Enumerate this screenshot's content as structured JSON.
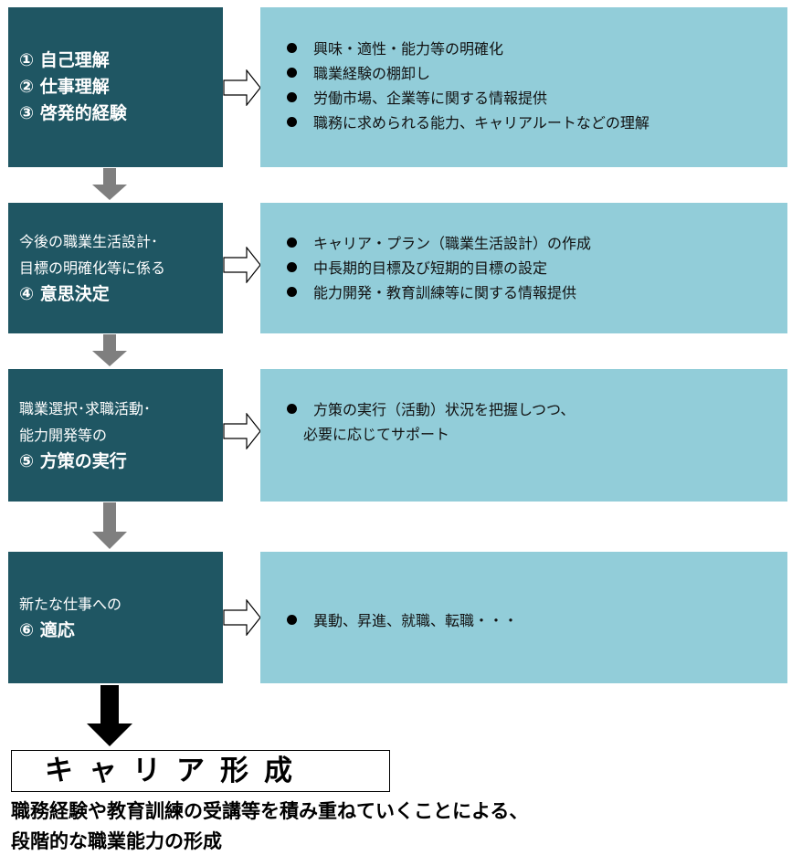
{
  "stages": [
    {
      "lines": [
        {
          "text": "① 自己理解",
          "bold": true
        },
        {
          "text": "② 仕事理解",
          "bold": true
        },
        {
          "text": "③ 啓発的経験",
          "bold": true
        }
      ],
      "details": [
        {
          "text": "興味・適性・能力等の明確化",
          "bullet": true
        },
        {
          "text": "職業経験の棚卸し",
          "bullet": true
        },
        {
          "text": "労働市場、企業等に関する情報提供",
          "bullet": true
        },
        {
          "text": "職務に求められる能力、キャリアルートなどの理解",
          "bullet": true
        }
      ]
    },
    {
      "lines": [
        {
          "text": "今後の職業生活設計･",
          "bold": false
        },
        {
          "text": "目標の明確化等に係る",
          "bold": false
        },
        {
          "text": "④ 意思決定",
          "bold": true
        }
      ],
      "details": [
        {
          "text": "キャリア・プラン（職業生活設計）の作成",
          "bullet": true
        },
        {
          "text": "中長期的目標及び短期的目標の設定",
          "bullet": true
        },
        {
          "text": "能力開発・教育訓練等に関する情報提供",
          "bullet": true
        }
      ]
    },
    {
      "lines": [
        {
          "text": "職業選択･求職活動･",
          "bold": false
        },
        {
          "text": "能力開発等の",
          "bold": false
        },
        {
          "text": "⑤ 方策の実行",
          "bold": true
        }
      ],
      "details": [
        {
          "text": "方策の実行（活動）状況を把握しつつ、",
          "bullet": true
        },
        {
          "text": "必要に応じてサポート",
          "bullet": false
        }
      ]
    },
    {
      "lines": [
        {
          "text": "新たな仕事への",
          "bold": false
        },
        {
          "text": "⑥ 適応",
          "bold": true
        }
      ],
      "details": [
        {
          "text": "異動、昇進、就職、転職・・・",
          "bullet": true
        }
      ]
    }
  ],
  "result": {
    "title": "キャリア形成",
    "description_lines": [
      "職務経験や教育訓練の受講等を積み重ねていくことによる、",
      "段階的な職業能力の形成"
    ]
  },
  "colors": {
    "stage_bg": "#1f5663",
    "detail_bg": "#92cdd9",
    "connector_arrow": "#7f7f7f",
    "final_arrow": "#000000"
  }
}
